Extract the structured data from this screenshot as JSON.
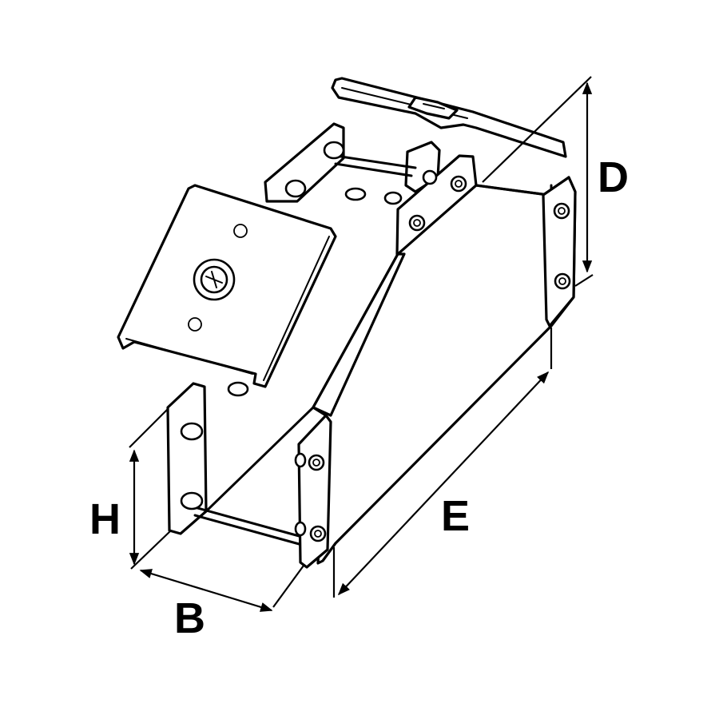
{
  "dimension_labels": {
    "d": "D",
    "h": "H",
    "b": "B",
    "e": "E"
  }
}
